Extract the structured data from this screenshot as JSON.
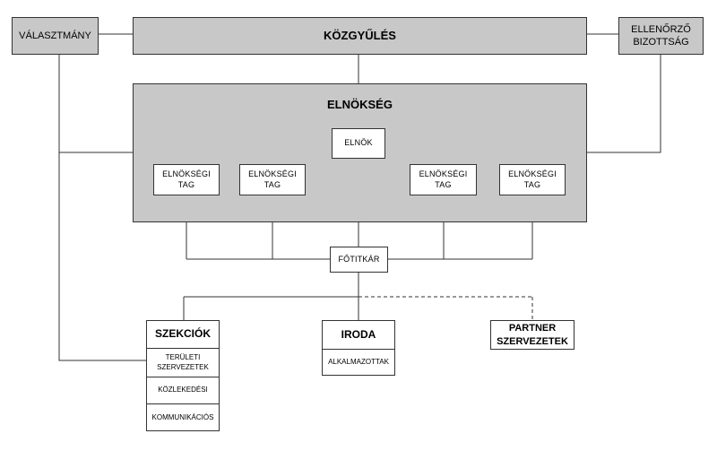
{
  "diagram": {
    "kozgyules": "KÖZGYŰLÉS",
    "valasztmany": "VÁLASZTMÁNY",
    "ellenorzo_bizottsag": [
      "ELLENŐRZŐ",
      "BIZOTTSÁG"
    ],
    "elnokseg": "ELNÖKSÉG",
    "elnok": "ELNÖK",
    "elnoksegi_tag": [
      "ELNÖKSÉGI",
      "TAG"
    ],
    "fotitkar": "FŐTITKÁR",
    "szekciok": {
      "title": "SZEKCIÓK",
      "items": [
        [
          "TERÜLETI",
          "SZERVEZETEK"
        ],
        "KÖZLEKEDÉSI",
        "KOMMUNIKÁCIÓS"
      ]
    },
    "iroda": {
      "title": "IRODA",
      "items": [
        "ALKALMAZOTTAK"
      ]
    },
    "partner": [
      "PARTNER",
      "SZERVEZETEK"
    ]
  },
  "colors": {
    "box_fill": "#c8c8c8",
    "line": "#333333",
    "background": "#ffffff"
  }
}
